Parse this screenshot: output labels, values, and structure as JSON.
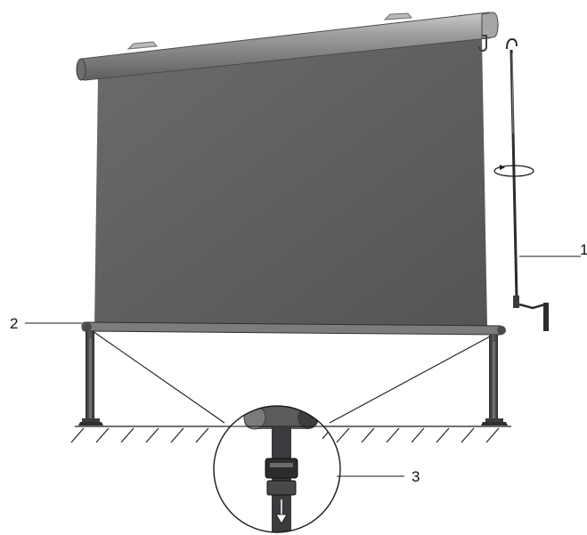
{
  "callouts": {
    "crank": "1",
    "bottom_bar": "2",
    "strap_detail": "3"
  },
  "colors": {
    "fabric": "#5f6062",
    "housing": "#8a8b8d",
    "post": "#3f4042",
    "line": "#1a1a1a",
    "background": "#ffffff"
  },
  "icons": {
    "rotation": "rotate-arrow-icon",
    "pull_down": "down-arrow-icon"
  }
}
